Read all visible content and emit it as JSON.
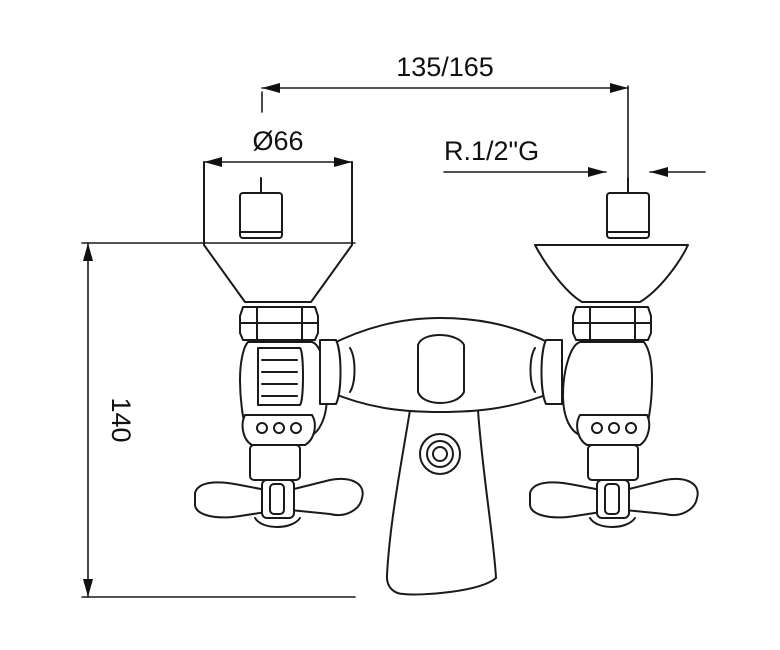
{
  "dimensions": {
    "overall_spacing": "135/165",
    "diameter": "Ø66",
    "thread": "R.1/2\"G",
    "height": "140"
  },
  "colors": {
    "line": "#1a1a1a",
    "background": "#ffffff"
  }
}
